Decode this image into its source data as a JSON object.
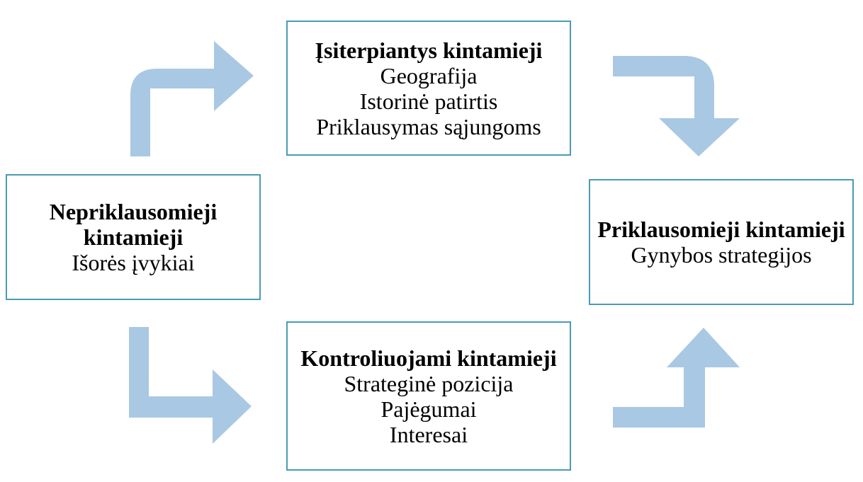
{
  "boxes": {
    "independent": {
      "title": "Nepriklausomieji kintamieji",
      "items": [
        "Išorės įvykiai"
      ]
    },
    "intervening": {
      "title": "Įsiterpiantys kintamieji",
      "items": [
        "Geografija",
        "Istorinė patirtis",
        "Priklausymas sąjungoms"
      ]
    },
    "controlled": {
      "title": "Kontroliuojami kintamieji",
      "items": [
        "Strateginė pozicija",
        "Pajėgumai",
        "Interesai"
      ]
    },
    "dependent": {
      "title": "Priklausomieji kintamieji",
      "items": [
        "Gynybos strategijos"
      ]
    }
  },
  "colors": {
    "arrow": "#a9c8e3",
    "box_border": "#4a9bb5"
  }
}
